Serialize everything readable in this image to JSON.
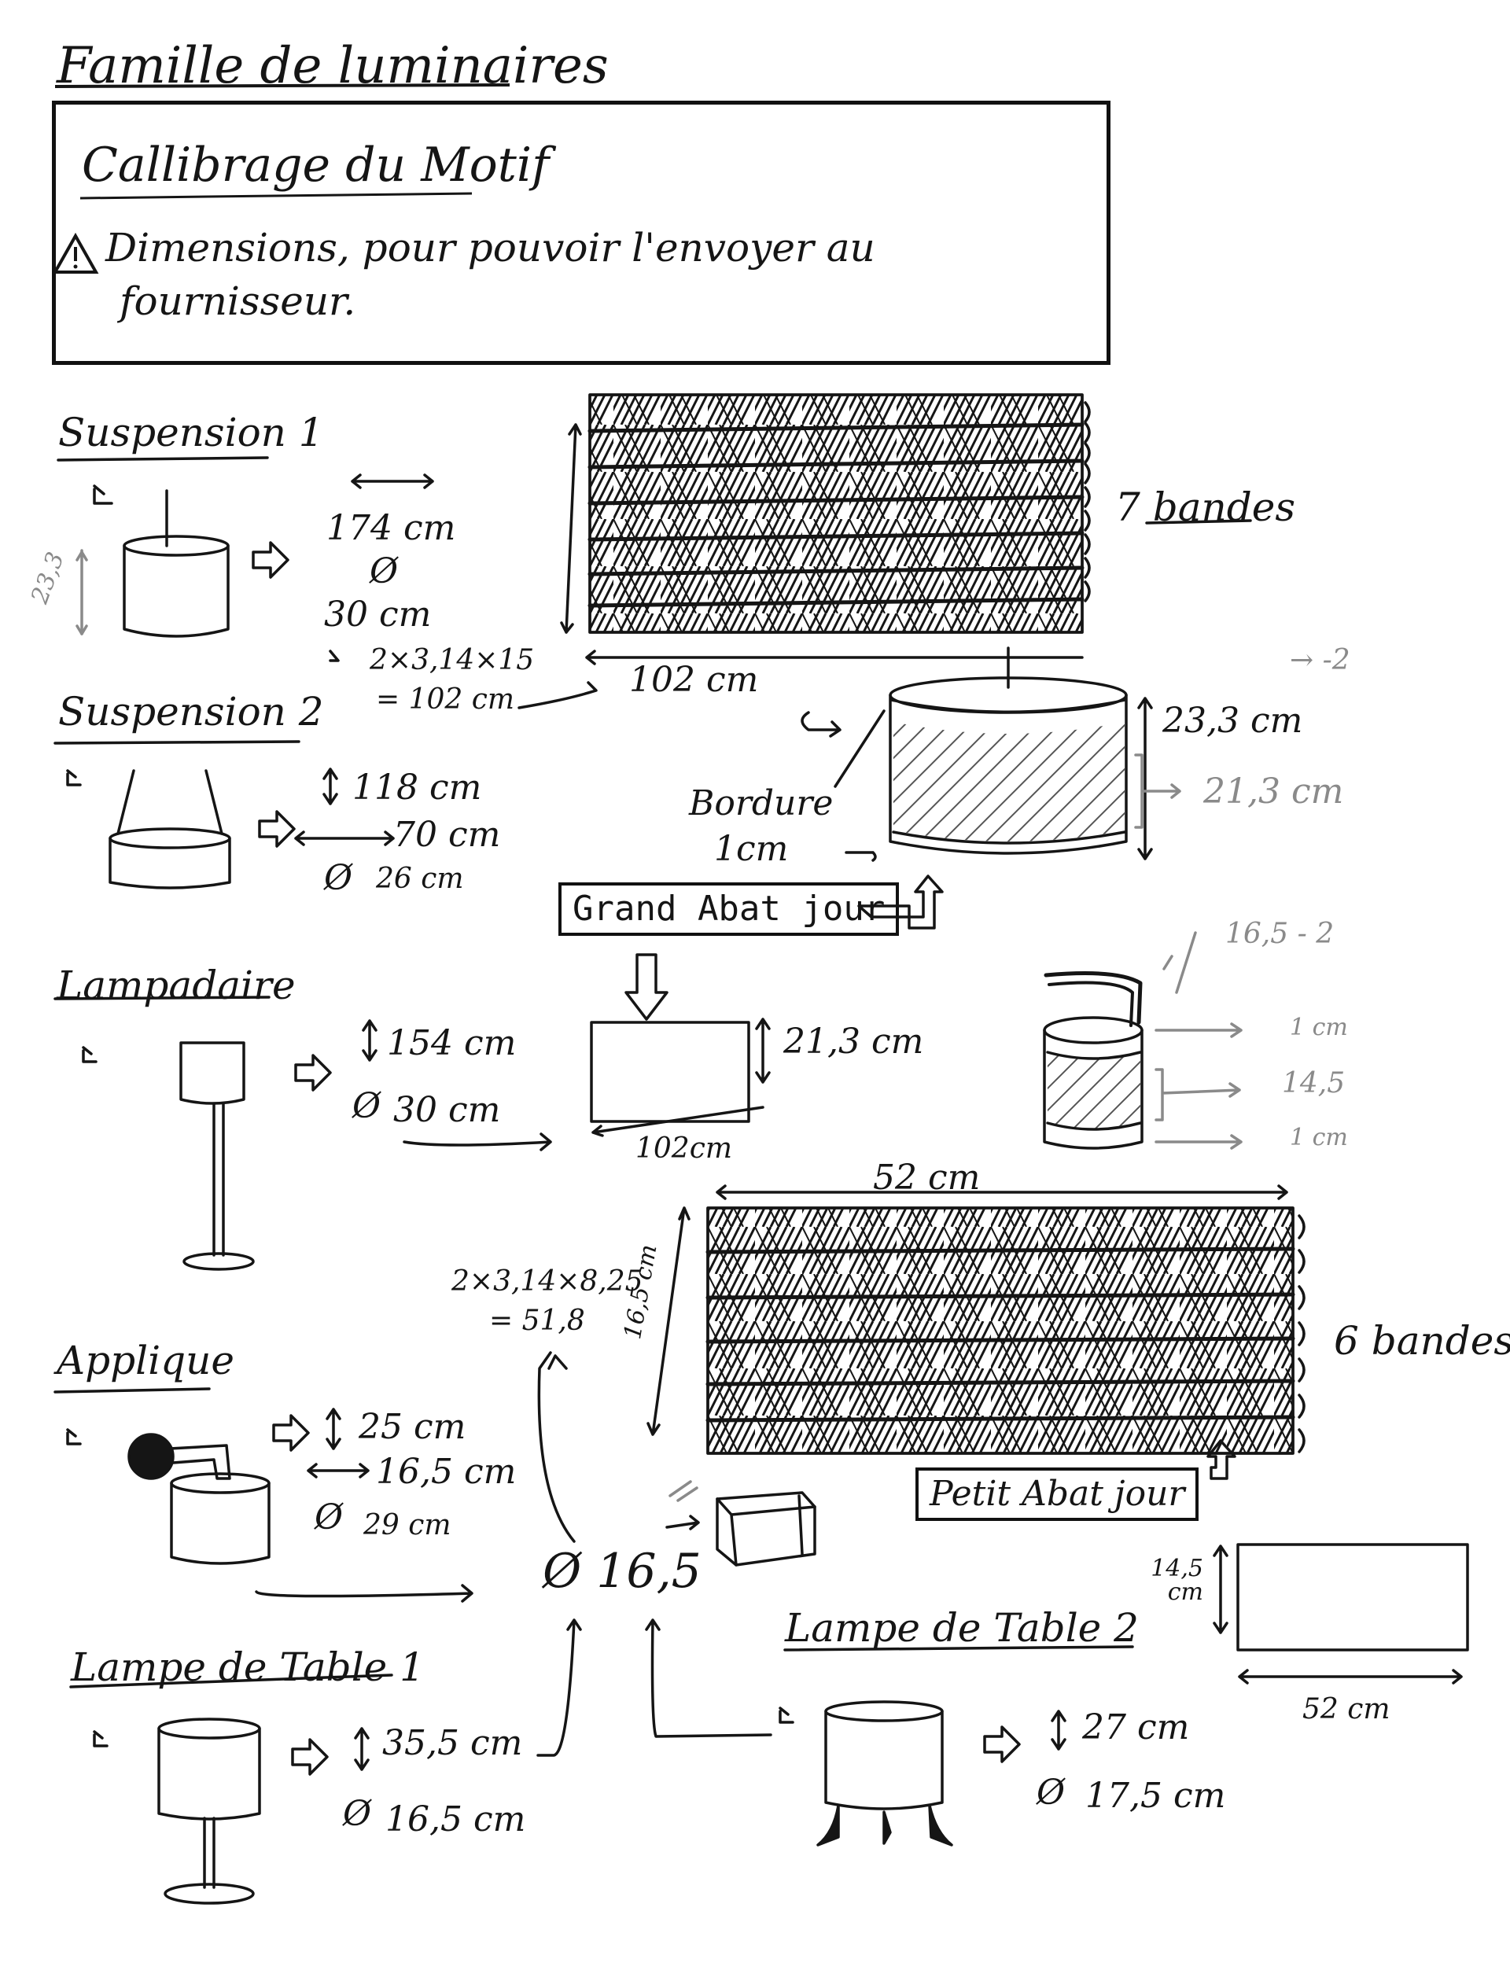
{
  "page": {
    "title": "Famille de luminaires"
  },
  "notice": {
    "title": "Callibrage du Motif",
    "warning_icon": "warning-triangle-icon",
    "line1": "Dimensions, pour pouvoir l'envoyer au",
    "line2": "fournisseur."
  },
  "items": {
    "suspension1": {
      "label": "Suspension 1",
      "height_side": "23,3",
      "width": "174 cm",
      "diameter": "30 cm",
      "formula_line1": "2×3,14×15",
      "formula_line2": "= 102 cm"
    },
    "suspension2": {
      "label": "Suspension 2",
      "height": "118 cm",
      "width": "70 cm",
      "diameter": "26 cm"
    },
    "lampadaire": {
      "label": "Lampadaire",
      "height": "154 cm",
      "diameter": "30 cm"
    },
    "applique": {
      "label": "Applique",
      "height": "25 cm",
      "width": "16,5 cm",
      "diameter": "29 cm"
    },
    "lampe_table1": {
      "label": "Lampe de Table 1",
      "height": "35,5 cm",
      "diameter": "16,5 cm"
    },
    "lampe_table2": {
      "label": "Lampe de Table 2",
      "height": "27 cm",
      "diameter": "17,5 cm"
    }
  },
  "grand_abat_jour": {
    "label": "Grand Abat jour",
    "pattern_width": "102 cm",
    "bands": "7 bandes",
    "height": "23,3 cm",
    "inner_height": "21,3 cm",
    "border_label": "Bordure",
    "border_size": "1cm",
    "top_note": "→ -2",
    "rect_height": "21,3 cm",
    "rect_width": "102cm"
  },
  "petit_abat_jour": {
    "label": "Petit Abat jour",
    "pattern_width": "52 cm",
    "pattern_height": "16,5 cm",
    "bands": "6 bandes",
    "formula_line1": "2×3,14×8,25",
    "formula_line2": "= 51,8",
    "diameter": "Ø 16,5",
    "top_note": "16,5 - 2",
    "border_top": "1 cm",
    "middle": "14,5",
    "border_bottom": "1 cm",
    "rect_height": "14,5 cm",
    "rect_width": "52 cm"
  },
  "colors": {
    "ink": "#151515",
    "pencil": "#8a8a8a"
  }
}
